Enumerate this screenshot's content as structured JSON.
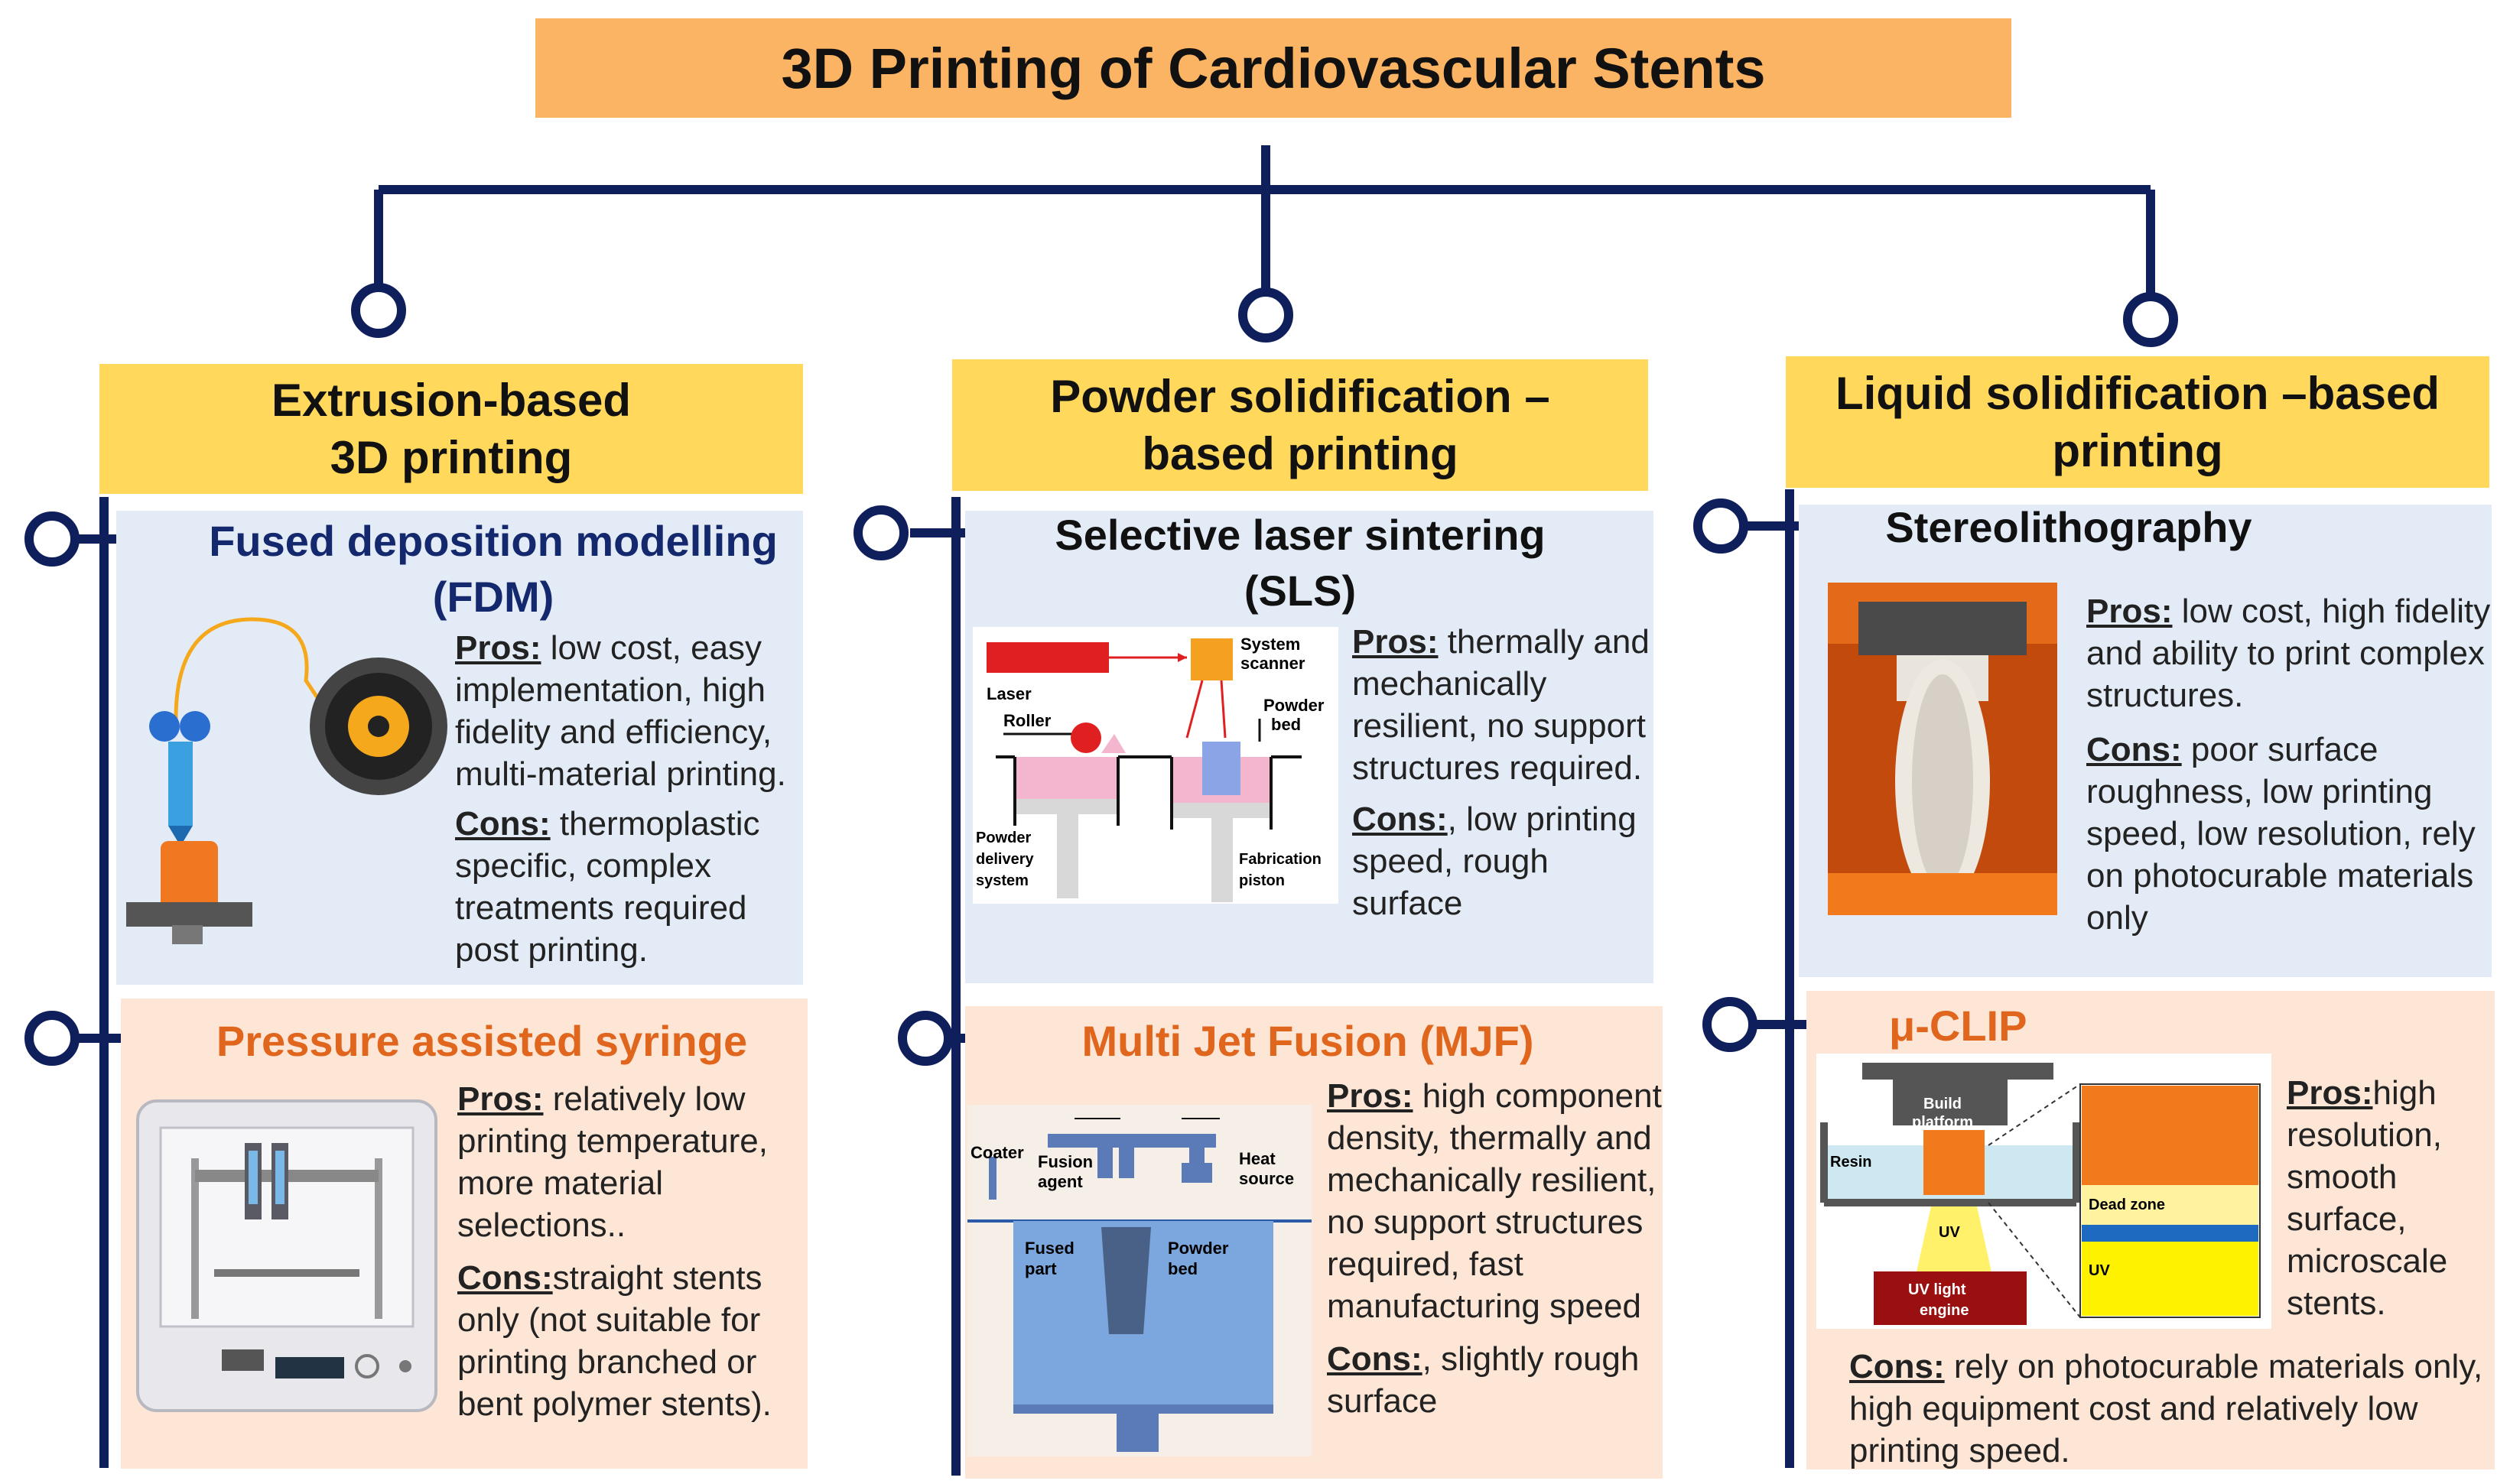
{
  "title": "3D Printing of Cardiovascular Stents",
  "colors": {
    "title_bg": "#FBB463",
    "header_bg": "#FFD85C",
    "panel_blue": "#E3ECF6",
    "panel_peach": "#FDE6D6",
    "line_navy": "#0F1F5C",
    "accent_orange": "#E0661E"
  },
  "columns": [
    {
      "header": [
        "Extrusion-based",
        "3D printing"
      ],
      "methods": [
        {
          "name": [
            "Fused deposition modelling",
            "(FDM)"
          ],
          "pros_label": "Pros:",
          "pros": " low cost, easy implementation, high fidelity and efficiency, multi-material printing.",
          "cons_label": "Cons:",
          "cons": " thermoplastic specific, complex treatments required post printing."
        },
        {
          "name": [
            "Pressure assisted syringe"
          ],
          "pros_label": "Pros:",
          "pros": "  relatively low printing temperature, more material selections..",
          "cons_label": "Cons:",
          "cons": "straight stents only (not suitable for printing branched or bent polymer stents)."
        }
      ]
    },
    {
      "header": [
        "Powder solidification –",
        "based printing"
      ],
      "methods": [
        {
          "name": [
            "Selective laser sintering",
            "(SLS)"
          ],
          "pros_label": "Pros:",
          "pros": " thermally and mechanically resilient, no support structures required.",
          "cons_label": "Cons:",
          "cons": ", low printing speed, rough surface",
          "diagram_labels": {
            "laser": "Laser",
            "roller": "Roller",
            "scanner": [
              "System",
              "scanner"
            ],
            "powder_bed": [
              "Powder",
              "bed"
            ],
            "delivery": [
              "Powder",
              "delivery",
              "system"
            ],
            "piston": [
              "Fabrication",
              "piston"
            ]
          }
        },
        {
          "name": [
            "Multi Jet Fusion (MJF)"
          ],
          "pros_label": "Pros:",
          "pros": "  high component density, thermally and mechanically resilient, no support structures required, fast manufacturing speed",
          "cons_label": "Cons:",
          "cons": ", slightly rough surface",
          "diagram_labels": {
            "coater": "Coater",
            "fusion": [
              "Fusion",
              "agent"
            ],
            "heat": [
              "Heat",
              "source"
            ],
            "fused": [
              "Fused",
              "part"
            ],
            "powder_bed": [
              "Powder",
              "bed"
            ]
          }
        }
      ]
    },
    {
      "header": [
        "Liquid solidification –based",
        "printing"
      ],
      "methods": [
        {
          "name": [
            "Stereolithography"
          ],
          "pros_label": "Pros:",
          "pros": " low cost, high fidelity and ability to print complex structures.",
          "cons_label": "Cons:",
          "cons": "   poor surface roughness, low printing speed, low resolution, rely on  photocurable materials only"
        },
        {
          "name": [
            "μ-CLIP"
          ],
          "pros_label": "Pros:",
          "pros": "high resolution, smooth surface, microscale stents.",
          "cons_label": "Cons:",
          "cons": " rely on photocurable materials only, high equipment cost and  relatively low printing speed.",
          "diagram_labels": {
            "build": [
              "Build",
              "platform"
            ],
            "resin": "Resin",
            "uv": "UV",
            "engine": [
              "UV light",
              "engine"
            ],
            "dead": "Dead zone",
            "uv2": "UV"
          }
        }
      ]
    }
  ]
}
